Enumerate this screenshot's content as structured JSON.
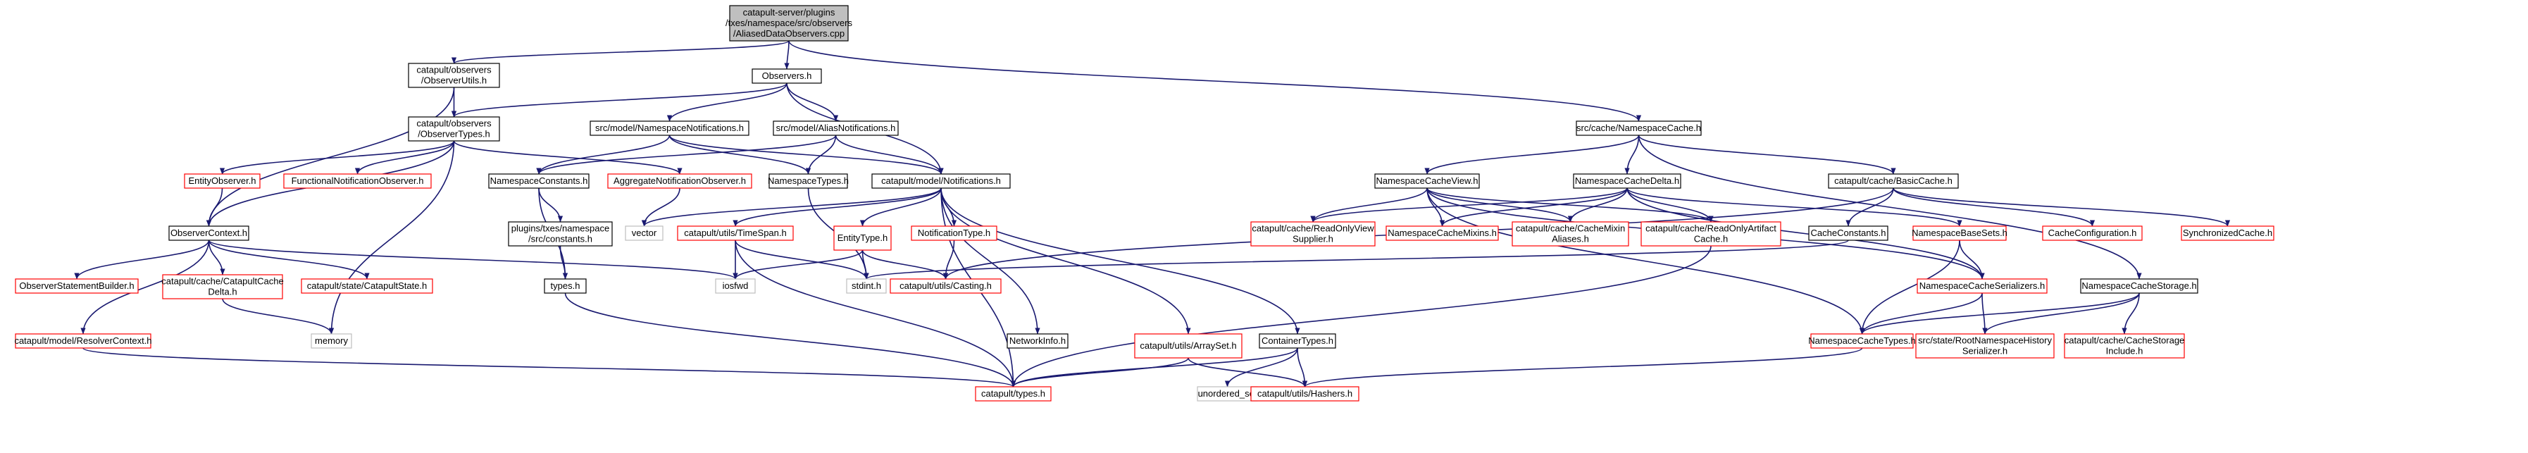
{
  "colors": {
    "edge": "#191970",
    "root_fill": "#bfbfbf",
    "root_border": "#000000",
    "plain_border": "#000000",
    "truncated_border": "#ff0000",
    "system_border": "#bfbfbf",
    "node_fill": "#ffffff",
    "text": "#000000"
  },
  "nodes": [
    {
      "id": "root",
      "kind": "root",
      "lines": [
        "catapult-server/plugins",
        "/txes/namespace/src/observers",
        "/AliasedDataObservers.cpp"
      ]
    },
    {
      "id": "observer_utils",
      "kind": "plain",
      "lines": [
        "catapult/observers",
        "/ObserverUtils.h"
      ]
    },
    {
      "id": "observers_h",
      "kind": "plain",
      "lines": [
        "Observers.h"
      ]
    },
    {
      "id": "namespace_cache_h",
      "kind": "plain",
      "lines": [
        "src/cache/NamespaceCache.h"
      ]
    },
    {
      "id": "observer_types",
      "kind": "plain",
      "lines": [
        "catapult/observers",
        "/ObserverTypes.h"
      ]
    },
    {
      "id": "namespace_notifications",
      "kind": "plain",
      "lines": [
        "src/model/NamespaceNotifications.h"
      ]
    },
    {
      "id": "alias_notifications",
      "kind": "plain",
      "lines": [
        "src/model/AliasNotifications.h"
      ]
    },
    {
      "id": "entity_observer",
      "kind": "truncated",
      "lines": [
        "EntityObserver.h"
      ]
    },
    {
      "id": "functional_notification_observer",
      "kind": "truncated",
      "lines": [
        "FunctionalNotificationObserver.h"
      ]
    },
    {
      "id": "namespace_constants",
      "kind": "plain",
      "lines": [
        "NamespaceConstants.h"
      ]
    },
    {
      "id": "aggregate_notification_observer",
      "kind": "truncated",
      "lines": [
        "AggregateNotificationObserver.h"
      ]
    },
    {
      "id": "namespace_types",
      "kind": "plain",
      "lines": [
        "NamespaceTypes.h"
      ]
    },
    {
      "id": "model_notifications",
      "kind": "plain",
      "lines": [
        "catapult/model/Notifications.h"
      ]
    },
    {
      "id": "namespace_cache_view",
      "kind": "plain",
      "lines": [
        "NamespaceCacheView.h"
      ]
    },
    {
      "id": "namespace_cache_delta",
      "kind": "plain",
      "lines": [
        "NamespaceCacheDelta.h"
      ]
    },
    {
      "id": "basic_cache",
      "kind": "plain",
      "lines": [
        "catapult/cache/BasicCache.h"
      ]
    },
    {
      "id": "observer_context",
      "kind": "plain",
      "lines": [
        "ObserverContext.h"
      ]
    },
    {
      "id": "txes_namespace_constants",
      "kind": "plain",
      "lines": [
        "plugins/txes/namespace",
        "/src/constants.h"
      ]
    },
    {
      "id": "vector",
      "kind": "system",
      "lines": [
        "vector"
      ]
    },
    {
      "id": "time_span",
      "kind": "truncated",
      "lines": [
        "catapult/utils/TimeSpan.h"
      ]
    },
    {
      "id": "entity_type",
      "kind": "truncated",
      "lines": [
        "EntityType.h"
      ]
    },
    {
      "id": "notification_type",
      "kind": "truncated",
      "lines": [
        "NotificationType.h"
      ]
    },
    {
      "id": "read_only_view_supplier",
      "kind": "truncated",
      "lines": [
        "catapult/cache/ReadOnlyView",
        "Supplier.h"
      ]
    },
    {
      "id": "namespace_cache_mixins",
      "kind": "truncated",
      "lines": [
        "NamespaceCacheMixins.h"
      ]
    },
    {
      "id": "cache_mixin_aliases",
      "kind": "truncated",
      "lines": [
        "catapult/cache/CacheMixin",
        "Aliases.h"
      ]
    },
    {
      "id": "read_only_artifact_cache",
      "kind": "truncated",
      "lines": [
        "catapult/cache/ReadOnlyArtifact",
        "Cache.h"
      ]
    },
    {
      "id": "cache_constants",
      "kind": "plain",
      "lines": [
        "CacheConstants.h"
      ]
    },
    {
      "id": "namespace_base_sets",
      "kind": "truncated",
      "lines": [
        "NamespaceBaseSets.h"
      ]
    },
    {
      "id": "cache_configuration",
      "kind": "truncated",
      "lines": [
        "CacheConfiguration.h"
      ]
    },
    {
      "id": "synchronized_cache",
      "kind": "truncated",
      "lines": [
        "SynchronizedCache.h"
      ]
    },
    {
      "id": "observer_statement_builder",
      "kind": "truncated",
      "lines": [
        "ObserverStatementBuilder.h"
      ]
    },
    {
      "id": "catapult_cache_delta",
      "kind": "truncated",
      "lines": [
        "catapult/cache/CatapultCache",
        "Delta.h"
      ]
    },
    {
      "id": "catapult_state",
      "kind": "truncated",
      "lines": [
        "catapult/state/CatapultState.h"
      ]
    },
    {
      "id": "iosfwd",
      "kind": "system",
      "lines": [
        "iosfwd"
      ]
    },
    {
      "id": "types_h",
      "kind": "plain",
      "lines": [
        "types.h"
      ]
    },
    {
      "id": "stdint",
      "kind": "system",
      "lines": [
        "stdint.h"
      ]
    },
    {
      "id": "casting",
      "kind": "truncated",
      "lines": [
        "catapult/utils/Casting.h"
      ]
    },
    {
      "id": "namespace_cache_serializers",
      "kind": "truncated",
      "lines": [
        "NamespaceCacheSerializers.h"
      ]
    },
    {
      "id": "namespace_cache_storage",
      "kind": "plain",
      "lines": [
        "NamespaceCacheStorage.h"
      ]
    },
    {
      "id": "memory",
      "kind": "system",
      "lines": [
        "memory"
      ]
    },
    {
      "id": "resolver_context",
      "kind": "truncated",
      "lines": [
        "catapult/model/ResolverContext.h"
      ]
    },
    {
      "id": "network_info",
      "kind": "plain",
      "lines": [
        "NetworkInfo.h"
      ]
    },
    {
      "id": "array_set",
      "kind": "truncated",
      "lines": [
        "catapult/utils/ArraySet.h"
      ]
    },
    {
      "id": "container_types",
      "kind": "plain",
      "lines": [
        "ContainerTypes.h"
      ]
    },
    {
      "id": "namespace_cache_types",
      "kind": "truncated",
      "lines": [
        "NamespaceCacheTypes.h"
      ]
    },
    {
      "id": "root_namespace_history_serializer",
      "kind": "truncated",
      "lines": [
        "src/state/RootNamespaceHistory",
        "Serializer.h"
      ]
    },
    {
      "id": "cache_storage_include",
      "kind": "truncated",
      "lines": [
        "catapult/cache/CacheStorage",
        "Include.h"
      ]
    },
    {
      "id": "catapult_types",
      "kind": "truncated",
      "lines": [
        "catapult/types.h"
      ]
    },
    {
      "id": "unordered_set",
      "kind": "system",
      "lines": [
        "unordered_set"
      ]
    },
    {
      "id": "hashers",
      "kind": "truncated",
      "lines": [
        "catapult/utils/Hashers.h"
      ]
    }
  ],
  "edges": [
    [
      "root",
      "observer_utils"
    ],
    [
      "root",
      "observers_h"
    ],
    [
      "root",
      "namespace_cache_h"
    ],
    [
      "observer_utils",
      "observer_types"
    ],
    [
      "observer_utils",
      "observer_context"
    ],
    [
      "observers_h",
      "observer_types"
    ],
    [
      "observers_h",
      "namespace_notifications"
    ],
    [
      "observers_h",
      "alias_notifications"
    ],
    [
      "observers_h",
      "model_notifications"
    ],
    [
      "namespace_cache_h",
      "namespace_cache_view"
    ],
    [
      "namespace_cache_h",
      "namespace_cache_delta"
    ],
    [
      "namespace_cache_h",
      "basic_cache"
    ],
    [
      "namespace_cache_h",
      "namespace_cache_storage"
    ],
    [
      "observer_types",
      "entity_observer"
    ],
    [
      "observer_types",
      "functional_notification_observer"
    ],
    [
      "observer_types",
      "aggregate_notification_observer"
    ],
    [
      "observer_types",
      "observer_context"
    ],
    [
      "observer_types",
      "memory"
    ],
    [
      "namespace_notifications",
      "namespace_constants"
    ],
    [
      "namespace_notifications",
      "namespace_types"
    ],
    [
      "namespace_notifications",
      "model_notifications"
    ],
    [
      "alias_notifications",
      "namespace_constants"
    ],
    [
      "alias_notifications",
      "namespace_types"
    ],
    [
      "alias_notifications",
      "model_notifications"
    ],
    [
      "entity_observer",
      "observer_context"
    ],
    [
      "aggregate_notification_observer",
      "vector"
    ],
    [
      "namespace_constants",
      "txes_namespace_constants"
    ],
    [
      "namespace_constants",
      "types_h"
    ],
    [
      "txes_namespace_constants",
      "types_h"
    ],
    [
      "namespace_types",
      "stdint"
    ],
    [
      "model_notifications",
      "vector"
    ],
    [
      "model_notifications",
      "time_span"
    ],
    [
      "model_notifications",
      "entity_type"
    ],
    [
      "model_notifications",
      "notification_type"
    ],
    [
      "model_notifications",
      "network_info"
    ],
    [
      "model_notifications",
      "array_set"
    ],
    [
      "model_notifications",
      "container_types"
    ],
    [
      "model_notifications",
      "catapult_types"
    ],
    [
      "observer_context",
      "observer_statement_builder"
    ],
    [
      "observer_context",
      "catapult_cache_delta"
    ],
    [
      "observer_context",
      "catapult_state"
    ],
    [
      "observer_context",
      "iosfwd"
    ],
    [
      "observer_context",
      "resolver_context"
    ],
    [
      "time_span",
      "iosfwd"
    ],
    [
      "time_span",
      "stdint"
    ],
    [
      "time_span",
      "catapult_types"
    ],
    [
      "entity_type",
      "iosfwd"
    ],
    [
      "entity_type",
      "stdint"
    ],
    [
      "entity_type",
      "casting"
    ],
    [
      "notification_type",
      "casting"
    ],
    [
      "namespace_cache_view",
      "read_only_view_supplier"
    ],
    [
      "namespace_cache_view",
      "namespace_cache_mixins"
    ],
    [
      "namespace_cache_view",
      "cache_mixin_aliases"
    ],
    [
      "namespace_cache_view",
      "read_only_artifact_cache"
    ],
    [
      "namespace_cache_view",
      "namespace_cache_serializers"
    ],
    [
      "namespace_cache_view",
      "namespace_cache_types"
    ],
    [
      "namespace_cache_delta",
      "read_only_view_supplier"
    ],
    [
      "namespace_cache_delta",
      "namespace_cache_mixins"
    ],
    [
      "namespace_cache_delta",
      "cache_mixin_aliases"
    ],
    [
      "namespace_cache_delta",
      "read_only_artifact_cache"
    ],
    [
      "namespace_cache_delta",
      "namespace_base_sets"
    ],
    [
      "namespace_cache_delta",
      "namespace_cache_serializers"
    ],
    [
      "basic_cache",
      "cache_constants"
    ],
    [
      "basic_cache",
      "cache_configuration"
    ],
    [
      "basic_cache",
      "synchronized_cache"
    ],
    [
      "basic_cache",
      "casting"
    ],
    [
      "read_only_artifact_cache",
      "catapult_types"
    ],
    [
      "cache_constants",
      "stdint"
    ],
    [
      "namespace_base_sets",
      "namespace_cache_serializers"
    ],
    [
      "namespace_base_sets",
      "namespace_cache_types"
    ],
    [
      "namespace_cache_serializers",
      "namespace_cache_types"
    ],
    [
      "namespace_cache_serializers",
      "root_namespace_history_serializer"
    ],
    [
      "namespace_cache_storage",
      "namespace_cache_types"
    ],
    [
      "namespace_cache_storage",
      "root_namespace_history_serializer"
    ],
    [
      "namespace_cache_storage",
      "cache_storage_include"
    ],
    [
      "catapult_cache_delta",
      "memory"
    ],
    [
      "types_h",
      "catapult_types"
    ],
    [
      "resolver_context",
      "catapult_types"
    ],
    [
      "array_set",
      "catapult_types"
    ],
    [
      "array_set",
      "hashers"
    ],
    [
      "container_types",
      "catapult_types"
    ],
    [
      "container_types",
      "unordered_set"
    ],
    [
      "container_types",
      "hashers"
    ],
    [
      "namespace_cache_types",
      "hashers"
    ]
  ]
}
